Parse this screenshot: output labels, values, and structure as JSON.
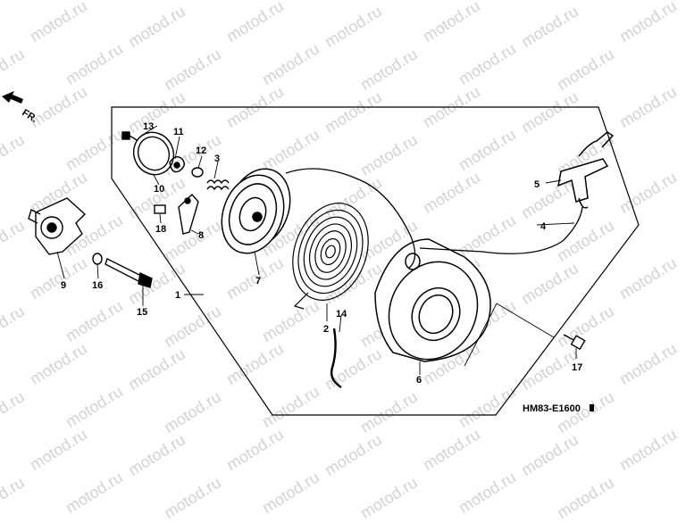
{
  "watermark": "motod.ru",
  "diagram_code": "HM83-E1600",
  "direction_label": "FR.",
  "parts": [
    {
      "number": "1"
    },
    {
      "number": "2"
    },
    {
      "number": "3"
    },
    {
      "number": "4"
    },
    {
      "number": "5"
    },
    {
      "number": "6"
    },
    {
      "number": "7"
    },
    {
      "number": "8"
    },
    {
      "number": "9"
    },
    {
      "number": "10"
    },
    {
      "number": "11"
    },
    {
      "number": "12"
    },
    {
      "number": "13"
    },
    {
      "number": "14"
    },
    {
      "number": "15"
    },
    {
      "number": "16"
    },
    {
      "number": "17"
    },
    {
      "number": "18"
    }
  ]
}
